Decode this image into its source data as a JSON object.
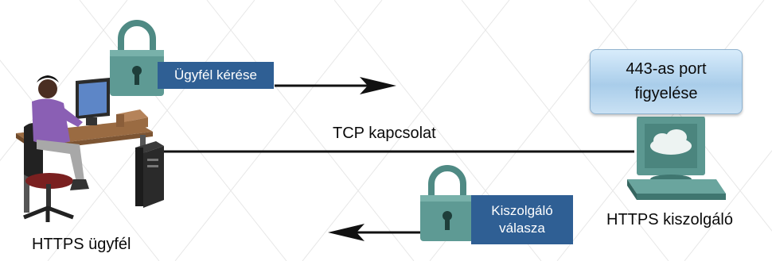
{
  "client": {
    "label": "HTTPS ügyfél"
  },
  "server": {
    "label": "HTTPS kiszolgáló"
  },
  "connection": {
    "label": "TCP kapcsolat"
  },
  "request": {
    "label": "Ügyfél kérése"
  },
  "response": {
    "line1": "Kiszolgáló",
    "line2": "válasza"
  },
  "listen": {
    "line1": "443-as port",
    "line2": "figyelése"
  },
  "colors": {
    "tag_bg": "#2f5f94",
    "lock_body": "#5e9a94",
    "line": "#111111",
    "listen_bg": "#b9d8ef"
  },
  "icons": [
    "padlock-icon",
    "client-workstation-icon",
    "server-workstation-icon",
    "cloud-icon"
  ]
}
